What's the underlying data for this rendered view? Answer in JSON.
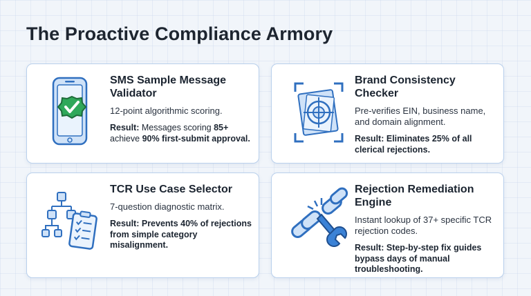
{
  "page": {
    "title": "The Proactive Compliance Armory"
  },
  "cards": [
    {
      "title": "SMS Sample Message Validator",
      "description": "12-point algorithmic scoring.",
      "result_label": "Result:",
      "result_parts": [
        "Messages scoring ",
        "85+",
        " achieve ",
        "90% first-submit approval."
      ],
      "icon": "smartphone-checkmark-icon"
    },
    {
      "title": "Brand Consistency Checker",
      "description": "Pre-verifies EIN, business name, and domain alignment.",
      "result_label": "Result:",
      "result_text": "Eliminates 25% of all clerical rejections.",
      "icon": "crosshair-target-icon"
    },
    {
      "title": "TCR Use Case Selector",
      "description": "7-question diagnostic matrix.",
      "result_label": "Result:",
      "result_text": "Prevents 40% of rejections from simple category misalignment.",
      "icon": "decision-tree-clipboard-icon"
    },
    {
      "title": "Rejection Remediation Engine",
      "description": "Instant lookup of 37+ specific TCR rejection codes.",
      "result_label": "Result:",
      "result_text": "Step-by-step fix guides bypass days of manual troubleshooting.",
      "icon": "broken-chain-wrench-icon"
    }
  ],
  "colors": {
    "accent_blue": "#3b82d6",
    "light_blue": "#cfe2f8",
    "check_green": "#2fa85a",
    "border": "#b9d0ec"
  }
}
